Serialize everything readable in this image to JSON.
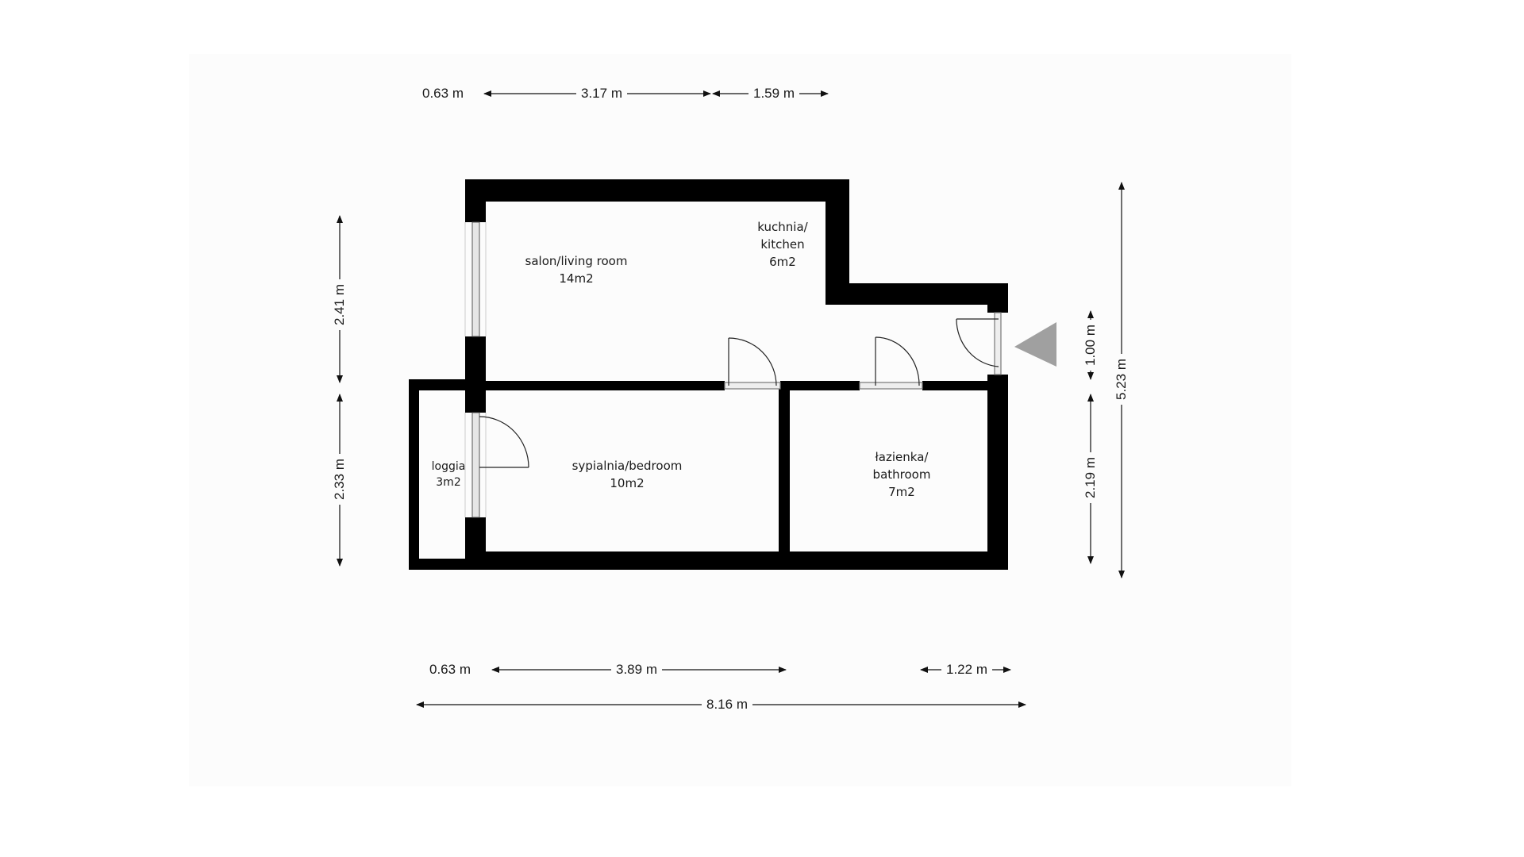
{
  "floor_plan": {
    "rooms": [
      {
        "id": "salon",
        "lines": [
          "salon/living room",
          "14m2"
        ]
      },
      {
        "id": "kitchen",
        "lines": [
          "kuchnia/",
          "kitchen",
          "6m2"
        ]
      },
      {
        "id": "loggia",
        "lines": [
          "loggia",
          "3m2"
        ]
      },
      {
        "id": "bedroom",
        "lines": [
          "sypialnia/bedroom",
          "10m2"
        ]
      },
      {
        "id": "bathroom",
        "lines": [
          "łazienka/",
          "bathroom",
          "7m2"
        ]
      }
    ],
    "dimensions": {
      "top": [
        "0.63 m",
        "3.17 m",
        "1.59 m"
      ],
      "bottom": [
        "0.63 m",
        "3.89 m",
        "1.22 m"
      ],
      "bottom_total": "8.16 m",
      "left": [
        "2.41 m",
        "2.33 m"
      ],
      "right_inner": [
        "1.00 m",
        "2.19 m"
      ],
      "right_total": "5.23 m"
    },
    "entrance_marker": {
      "shape": "triangle-icon",
      "color": "#a0a0a0"
    },
    "colors": {
      "wall": "#000000",
      "background": "#ffffff",
      "panel": "#fcfcfc",
      "marker": "#a0a0a0"
    }
  }
}
